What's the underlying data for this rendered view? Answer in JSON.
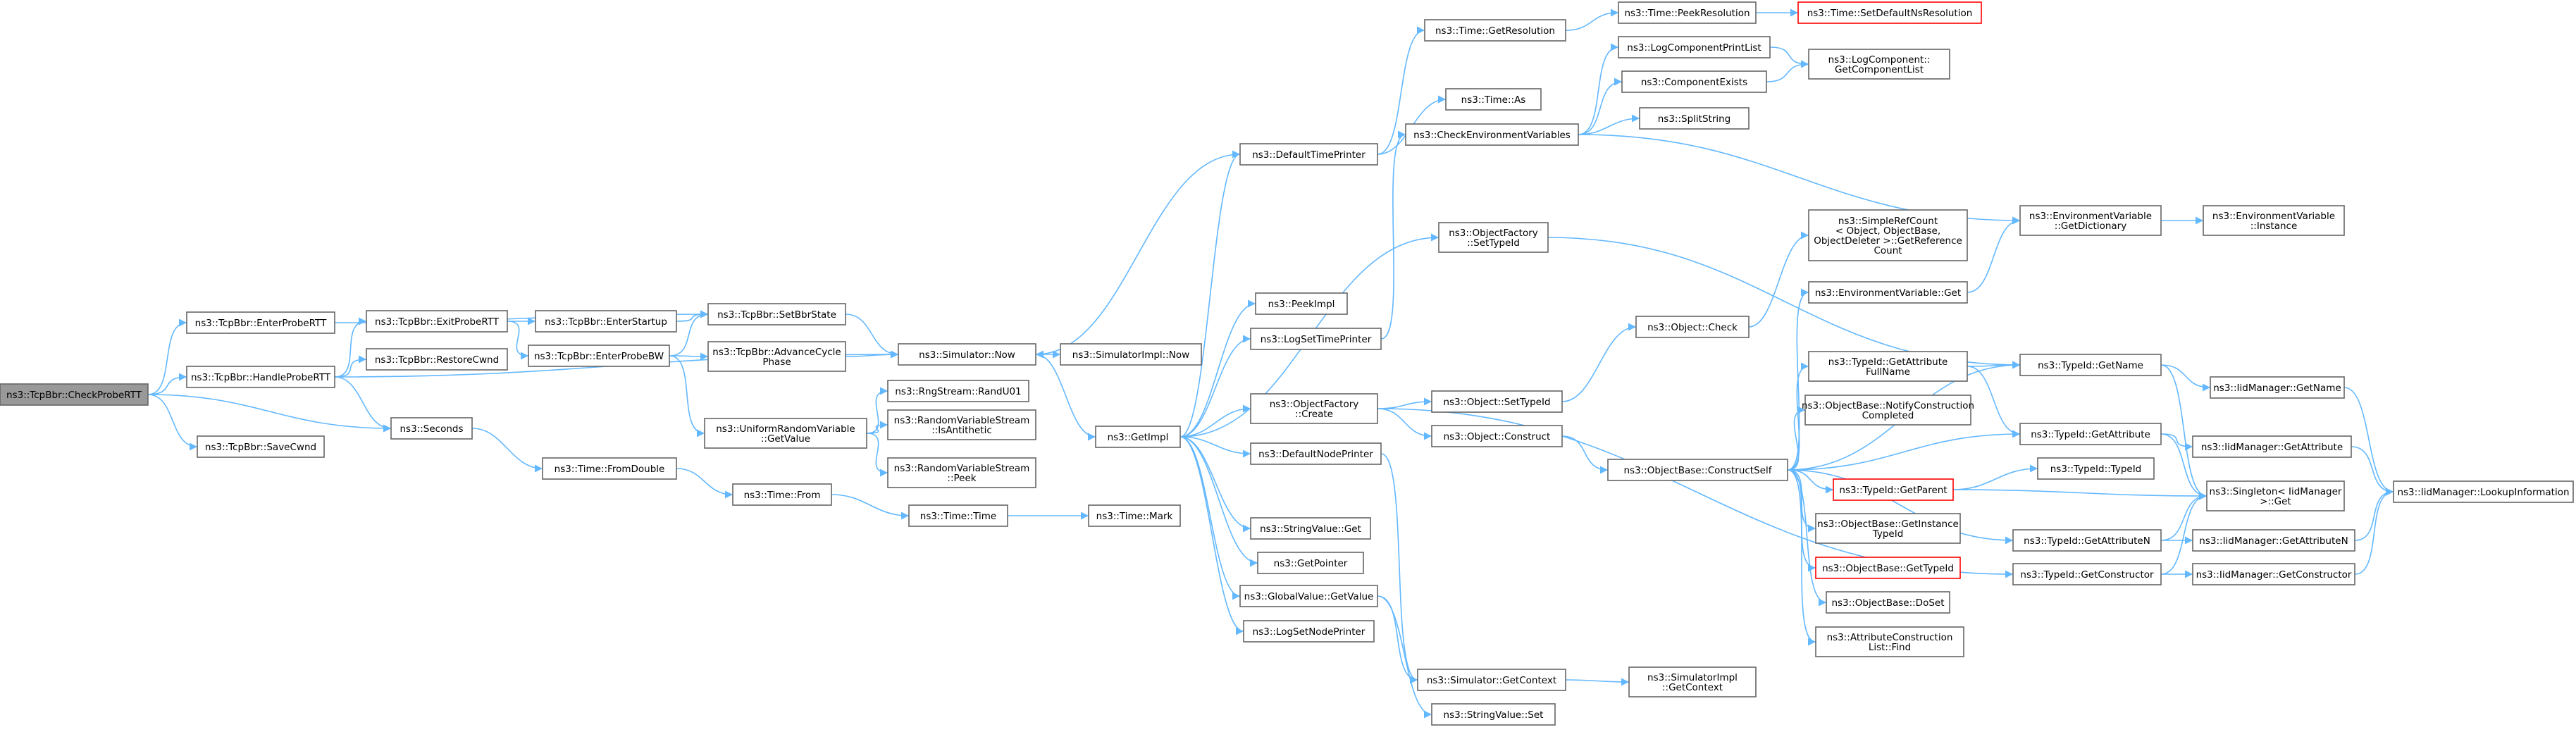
{
  "graph": {
    "type": "call-graph",
    "edge_color": "#63b8ff",
    "box_border_color": "#666666",
    "root_fill": "#999999",
    "incomplete_border_color": "#ff0000",
    "nodes": {
      "check_probe_rtt": {
        "lines": [
          "ns3::TcpBbr::CheckProbeRTT"
        ],
        "style": "root"
      },
      "enter_probe_rtt": {
        "lines": [
          "ns3::TcpBbr::EnterProbeRTT"
        ]
      },
      "handle_probe_rtt": {
        "lines": [
          "ns3::TcpBbr::HandleProbeRTT"
        ]
      },
      "save_cwnd": {
        "lines": [
          "ns3::TcpBbr::SaveCwnd"
        ]
      },
      "exit_probe_rtt": {
        "lines": [
          "ns3::TcpBbr::ExitProbeRTT"
        ]
      },
      "restore_cwnd": {
        "lines": [
          "ns3::TcpBbr::RestoreCwnd"
        ]
      },
      "seconds": {
        "lines": [
          "ns3::Seconds"
        ]
      },
      "enter_startup": {
        "lines": [
          "ns3::TcpBbr::EnterStartup"
        ]
      },
      "enter_probe_bw": {
        "lines": [
          "ns3::TcpBbr::EnterProbeBW"
        ]
      },
      "set_bbr_state": {
        "lines": [
          "ns3::TcpBbr::SetBbrState"
        ]
      },
      "advance_cycle": {
        "lines": [
          "ns3::TcpBbr::AdvanceCycle",
          "Phase"
        ]
      },
      "urv_get_value": {
        "lines": [
          "ns3::UniformRandomVariable",
          "::GetValue"
        ]
      },
      "time_from_double": {
        "lines": [
          "ns3::Time::FromDouble"
        ]
      },
      "sim_now": {
        "lines": [
          "ns3::Simulator::Now"
        ]
      },
      "rng_rand_u01": {
        "lines": [
          "ns3::RngStream::RandU01"
        ]
      },
      "rvs_is_antithetic": {
        "lines": [
          "ns3::RandomVariableStream",
          "::IsAntithetic"
        ]
      },
      "rvs_peek": {
        "lines": [
          "ns3::RandomVariableStream",
          "::Peek"
        ]
      },
      "time_from": {
        "lines": [
          "ns3::Time::From"
        ]
      },
      "time_time": {
        "lines": [
          "ns3::Time::Time"
        ]
      },
      "simimpl_now": {
        "lines": [
          "ns3::SimulatorImpl::Now"
        ]
      },
      "get_impl": {
        "lines": [
          "ns3::GetImpl"
        ]
      },
      "time_mark": {
        "lines": [
          "ns3::Time::Mark"
        ]
      },
      "default_time_printer": {
        "lines": [
          "ns3::DefaultTimePrinter"
        ]
      },
      "peek_impl": {
        "lines": [
          "ns3::PeekImpl"
        ]
      },
      "log_set_time_printer": {
        "lines": [
          "ns3::LogSetTimePrinter"
        ]
      },
      "of_create": {
        "lines": [
          "ns3::ObjectFactory",
          "::Create"
        ]
      },
      "default_node_printer": {
        "lines": [
          "ns3::DefaultNodePrinter"
        ]
      },
      "string_value_get": {
        "lines": [
          "ns3::StringValue::Get"
        ]
      },
      "get_pointer": {
        "lines": [
          "ns3::GetPointer"
        ]
      },
      "global_value_get_value": {
        "lines": [
          "ns3::GlobalValue::GetValue"
        ]
      },
      "log_set_node_printer": {
        "lines": [
          "ns3::LogSetNodePrinter"
        ]
      },
      "time_get_resolution": {
        "lines": [
          "ns3::Time::GetResolution"
        ]
      },
      "time_as": {
        "lines": [
          "ns3::Time::As"
        ]
      },
      "of_set_type_id": {
        "lines": [
          "ns3::ObjectFactory",
          "::SetTypeId"
        ]
      },
      "sim_get_context": {
        "lines": [
          "ns3::Simulator::GetContext"
        ]
      },
      "string_value_set": {
        "lines": [
          "ns3::StringValue::Set"
        ]
      },
      "time_peek_resolution": {
        "lines": [
          "ns3::Time::PeekResolution"
        ]
      },
      "check_env_vars": {
        "lines": [
          "ns3::CheckEnvironmentVariables"
        ]
      },
      "object_set_type_id": {
        "lines": [
          "ns3::Object::SetTypeId"
        ]
      },
      "object_construct": {
        "lines": [
          "ns3::Object::Construct"
        ]
      },
      "object_check": {
        "lines": [
          "ns3::Object::Check"
        ]
      },
      "simimpl_get_context": {
        "lines": [
          "ns3::SimulatorImpl",
          "::GetContext"
        ]
      },
      "time_set_default_ns_res": {
        "lines": [
          "ns3::Time::SetDefaultNsResolution"
        ],
        "style": "incomplete"
      },
      "log_component_print_list": {
        "lines": [
          "ns3::LogComponentPrintList"
        ]
      },
      "component_exists": {
        "lines": [
          "ns3::ComponentExists"
        ]
      },
      "split_string": {
        "lines": [
          "ns3::SplitString"
        ]
      },
      "objectbase_construct_self": {
        "lines": [
          "ns3::ObjectBase::ConstructSelf"
        ]
      },
      "simple_ref_count": {
        "lines": [
          "ns3::SimpleRefCount",
          "< Object, ObjectBase,",
          "ObjectDeleter >::GetReference",
          "Count"
        ]
      },
      "env_var_get": {
        "lines": [
          "ns3::EnvironmentVariable::Get"
        ]
      },
      "typeid_get_attribute_fullname": {
        "lines": [
          "ns3::TypeId::GetAttribute",
          "FullName"
        ]
      },
      "notify_construction_completed": {
        "lines": [
          "ns3::ObjectBase::NotifyConstruction",
          "Completed"
        ]
      },
      "typeid_get_parent": {
        "lines": [
          "ns3::TypeId::GetParent"
        ],
        "style": "incomplete"
      },
      "objectbase_get_instance_typeid": {
        "lines": [
          "ns3::ObjectBase::GetInstance",
          "TypeId"
        ]
      },
      "objectbase_get_typeid": {
        "lines": [
          "ns3::ObjectBase::GetTypeId"
        ],
        "style": "incomplete"
      },
      "objectbase_do_set": {
        "lines": [
          "ns3::ObjectBase::DoSet"
        ]
      },
      "attribute_construction_list_find": {
        "lines": [
          "ns3::AttributeConstruction",
          "List::Find"
        ]
      },
      "log_component_get_list": {
        "lines": [
          "ns3::LogComponent::",
          "GetComponentList"
        ]
      },
      "env_var_get_dictionary": {
        "lines": [
          "ns3::EnvironmentVariable",
          "::GetDictionary"
        ]
      },
      "typeid_get_name": {
        "lines": [
          "ns3::TypeId::GetName"
        ]
      },
      "typeid_get_attribute": {
        "lines": [
          "ns3::TypeId::GetAttribute"
        ]
      },
      "typeid_typeid": {
        "lines": [
          "ns3::TypeId::TypeId"
        ]
      },
      "typeid_get_attribute_n": {
        "lines": [
          "ns3::TypeId::GetAttributeN"
        ]
      },
      "typeid_get_constructor": {
        "lines": [
          "ns3::TypeId::GetConstructor"
        ]
      },
      "env_var_instance": {
        "lines": [
          "ns3::EnvironmentVariable",
          "::Instance"
        ]
      },
      "iidm_get_name": {
        "lines": [
          "ns3::IidManager::GetName"
        ]
      },
      "iidm_get_attribute": {
        "lines": [
          "ns3::IidManager::GetAttribute"
        ]
      },
      "singleton_get": {
        "lines": [
          "ns3::Singleton< IidManager",
          ">::Get"
        ]
      },
      "iidm_get_attribute_n": {
        "lines": [
          "ns3::IidManager::GetAttributeN"
        ]
      },
      "iidm_get_constructor": {
        "lines": [
          "ns3::IidManager::GetConstructor"
        ]
      },
      "iidm_lookup_information": {
        "lines": [
          "ns3::IidManager::LookupInformation"
        ]
      }
    },
    "edges": [
      [
        "check_probe_rtt",
        "enter_probe_rtt"
      ],
      [
        "check_probe_rtt",
        "handle_probe_rtt"
      ],
      [
        "check_probe_rtt",
        "save_cwnd"
      ],
      [
        "check_probe_rtt",
        "seconds"
      ],
      [
        "enter_probe_rtt",
        "set_bbr_state"
      ],
      [
        "handle_probe_rtt",
        "exit_probe_rtt"
      ],
      [
        "handle_probe_rtt",
        "restore_cwnd"
      ],
      [
        "handle_probe_rtt",
        "seconds"
      ],
      [
        "handle_probe_rtt",
        "sim_now"
      ],
      [
        "exit_probe_rtt",
        "enter_startup"
      ],
      [
        "exit_probe_rtt",
        "enter_probe_bw"
      ],
      [
        "enter_startup",
        "set_bbr_state"
      ],
      [
        "enter_probe_bw",
        "set_bbr_state"
      ],
      [
        "enter_probe_bw",
        "advance_cycle"
      ],
      [
        "enter_probe_bw",
        "urv_get_value"
      ],
      [
        "set_bbr_state",
        "sim_now"
      ],
      [
        "advance_cycle",
        "sim_now"
      ],
      [
        "seconds",
        "time_from_double"
      ],
      [
        "time_from_double",
        "time_from"
      ],
      [
        "time_from",
        "time_time"
      ],
      [
        "time_time",
        "time_mark"
      ],
      [
        "urv_get_value",
        "rng_rand_u01"
      ],
      [
        "urv_get_value",
        "rvs_is_antithetic"
      ],
      [
        "urv_get_value",
        "rvs_peek"
      ],
      [
        "sim_now",
        "simimpl_now"
      ],
      [
        "sim_now",
        "get_impl"
      ],
      [
        "default_time_printer",
        "sim_now"
      ],
      [
        "default_time_printer",
        "time_get_resolution"
      ],
      [
        "default_time_printer",
        "time_as"
      ],
      [
        "time_get_resolution",
        "time_peek_resolution"
      ],
      [
        "time_peek_resolution",
        "time_set_default_ns_res"
      ],
      [
        "get_impl",
        "default_time_printer"
      ],
      [
        "get_impl",
        "peek_impl"
      ],
      [
        "get_impl",
        "log_set_time_printer"
      ],
      [
        "get_impl",
        "of_set_type_id"
      ],
      [
        "get_impl",
        "of_create"
      ],
      [
        "get_impl",
        "default_node_printer"
      ],
      [
        "get_impl",
        "string_value_get"
      ],
      [
        "get_impl",
        "get_pointer"
      ],
      [
        "get_impl",
        "global_value_get_value"
      ],
      [
        "get_impl",
        "log_set_node_printer"
      ],
      [
        "log_set_time_printer",
        "check_env_vars"
      ],
      [
        "check_env_vars",
        "log_component_print_list"
      ],
      [
        "check_env_vars",
        "component_exists"
      ],
      [
        "check_env_vars",
        "split_string"
      ],
      [
        "check_env_vars",
        "env_var_get_dictionary"
      ],
      [
        "log_component_print_list",
        "log_component_get_list"
      ],
      [
        "component_exists",
        "log_component_get_list"
      ],
      [
        "of_set_type_id",
        "typeid_get_name"
      ],
      [
        "of_create",
        "object_set_type_id"
      ],
      [
        "of_create",
        "object_construct"
      ],
      [
        "of_create",
        "typeid_get_constructor"
      ],
      [
        "object_set_type_id",
        "object_check"
      ],
      [
        "object_check",
        "simple_ref_count"
      ],
      [
        "object_construct",
        "objectbase_construct_self"
      ],
      [
        "default_node_printer",
        "sim_get_context"
      ],
      [
        "global_value_get_value",
        "sim_get_context"
      ],
      [
        "global_value_get_value",
        "string_value_set"
      ],
      [
        "sim_get_context",
        "simimpl_get_context"
      ],
      [
        "objectbase_construct_self",
        "env_var_get"
      ],
      [
        "objectbase_construct_self",
        "typeid_get_attribute_fullname"
      ],
      [
        "objectbase_construct_self",
        "notify_construction_completed"
      ],
      [
        "objectbase_construct_self",
        "typeid_get_name"
      ],
      [
        "objectbase_construct_self",
        "typeid_get_attribute"
      ],
      [
        "objectbase_construct_self",
        "typeid_get_parent"
      ],
      [
        "objectbase_construct_self",
        "objectbase_get_instance_typeid"
      ],
      [
        "objectbase_construct_self",
        "objectbase_get_typeid"
      ],
      [
        "objectbase_construct_self",
        "objectbase_do_set"
      ],
      [
        "objectbase_construct_self",
        "attribute_construction_list_find"
      ],
      [
        "objectbase_construct_self",
        "typeid_get_attribute_n"
      ],
      [
        "env_var_get",
        "env_var_get_dictionary"
      ],
      [
        "env_var_get_dictionary",
        "env_var_instance"
      ],
      [
        "typeid_get_attribute_fullname",
        "typeid_get_name"
      ],
      [
        "typeid_get_attribute_fullname",
        "typeid_get_attribute"
      ],
      [
        "typeid_get_parent",
        "typeid_typeid"
      ],
      [
        "typeid_get_parent",
        "singleton_get"
      ],
      [
        "typeid_get_name",
        "iidm_get_name"
      ],
      [
        "typeid_get_name",
        "singleton_get"
      ],
      [
        "typeid_get_attribute",
        "iidm_get_attribute"
      ],
      [
        "typeid_get_attribute",
        "singleton_get"
      ],
      [
        "typeid_get_attribute_n",
        "singleton_get"
      ],
      [
        "typeid_get_attribute_n",
        "iidm_get_attribute_n"
      ],
      [
        "typeid_get_constructor",
        "singleton_get"
      ],
      [
        "typeid_get_constructor",
        "iidm_get_constructor"
      ],
      [
        "iidm_get_name",
        "iidm_lookup_information"
      ],
      [
        "iidm_get_attribute",
        "iidm_lookup_information"
      ],
      [
        "iidm_get_attribute_n",
        "iidm_lookup_information"
      ],
      [
        "iidm_get_constructor",
        "iidm_lookup_information"
      ]
    ]
  }
}
